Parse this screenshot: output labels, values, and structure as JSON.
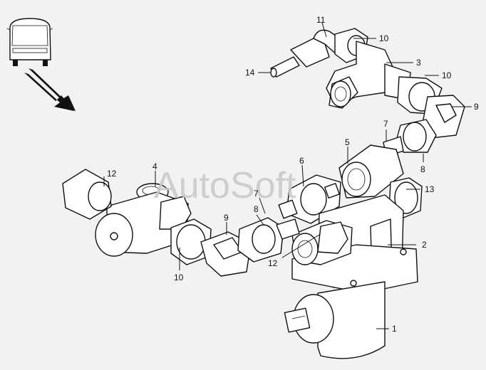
{
  "watermark": "AutoSoft",
  "callouts": [
    {
      "id": "c11",
      "text": "11"
    },
    {
      "id": "c10a",
      "text": "10"
    },
    {
      "id": "c3",
      "text": "3"
    },
    {
      "id": "c14",
      "text": "14"
    },
    {
      "id": "c10b",
      "text": "10"
    },
    {
      "id": "c9a",
      "text": "9"
    },
    {
      "id": "c7a",
      "text": "7"
    },
    {
      "id": "c5",
      "text": "5"
    },
    {
      "id": "c6",
      "text": "6"
    },
    {
      "id": "c8a",
      "text": "8"
    },
    {
      "id": "c4",
      "text": "4"
    },
    {
      "id": "c12a",
      "text": "12"
    },
    {
      "id": "c13",
      "text": "13"
    },
    {
      "id": "c7b",
      "text": "7"
    },
    {
      "id": "c8b",
      "text": "8"
    },
    {
      "id": "c9b",
      "text": "9"
    },
    {
      "id": "c2",
      "text": "2"
    },
    {
      "id": "c12b",
      "text": "12"
    },
    {
      "id": "c10c",
      "text": "10"
    },
    {
      "id": "c1",
      "text": "1"
    }
  ]
}
